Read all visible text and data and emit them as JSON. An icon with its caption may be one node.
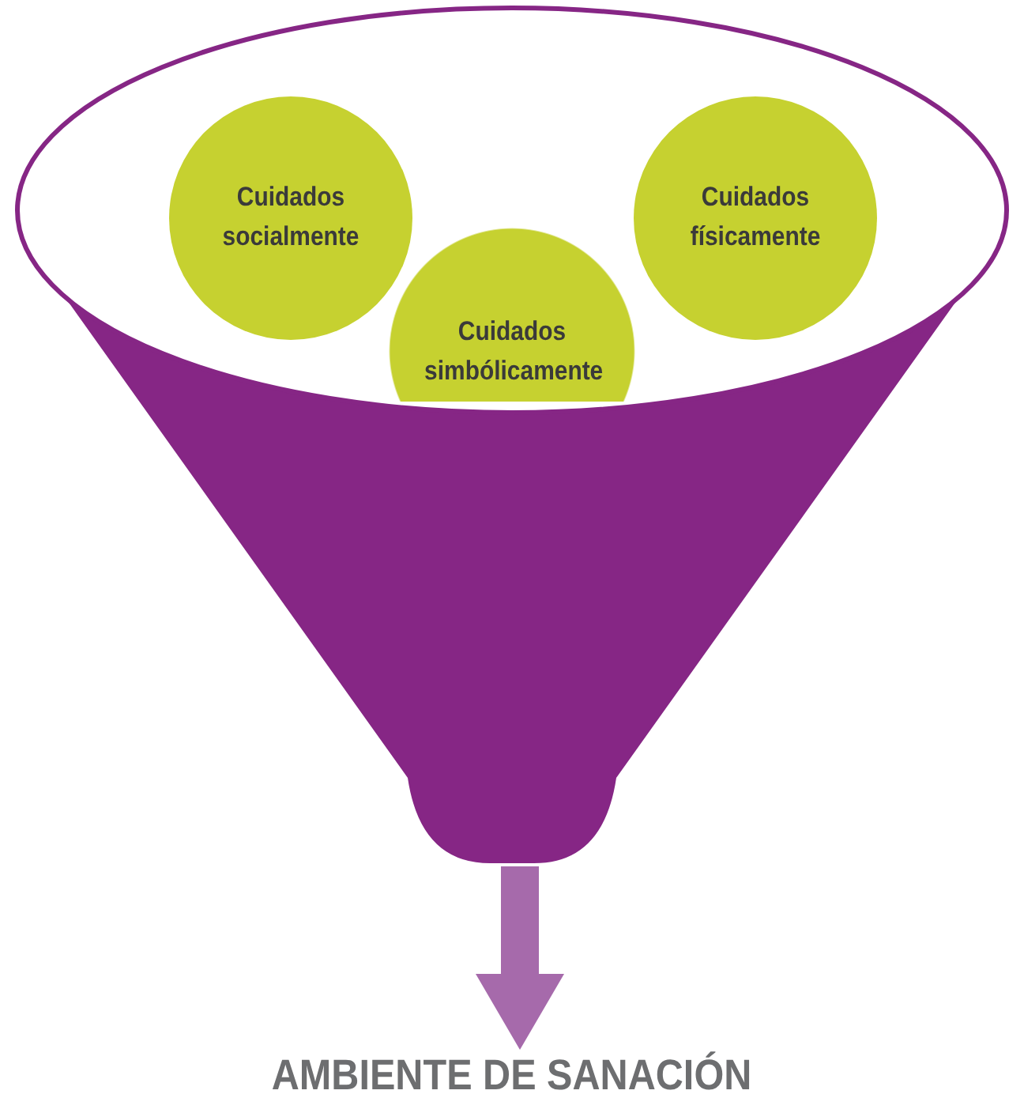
{
  "diagram": {
    "nodes": [
      {
        "text": [],
        "shape": "funnel"
      },
      {
        "text": [
          "Cuidados socialmente"
        ],
        "in": 0
      },
      {
        "text": [
          "Cuidados simbólicamente"
        ],
        "in": 0
      },
      {
        "text": [
          "Cuidados físicamente"
        ],
        "in": 0
      },
      {
        "text": [
          "AMBIENTE DE SANACIÓN"
        ]
      }
    ],
    "edges": [
      {
        "from": 0,
        "to": 4,
        "arrow": "to"
      }
    ]
  }
}
